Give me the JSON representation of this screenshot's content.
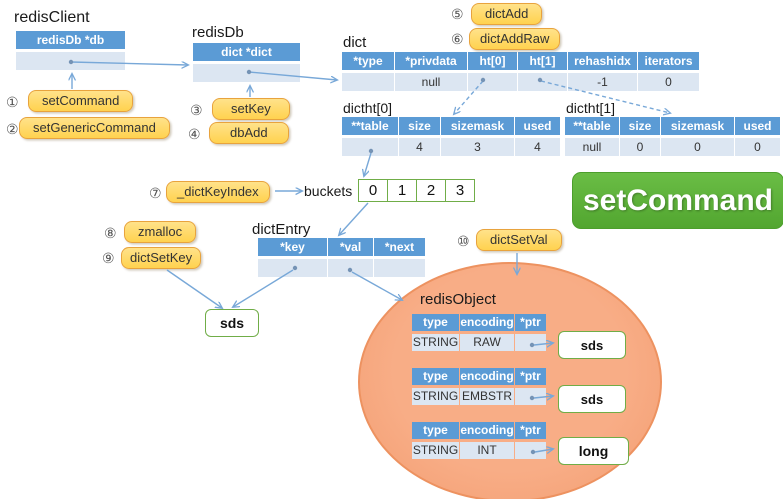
{
  "titles": {
    "redisClient": "redisClient",
    "redisDb": "redisDb",
    "dict": "dict",
    "dictht0": "dictht[0]",
    "dictht1": "dictht[1]",
    "dictEntry": "dictEntry",
    "redisObject": "redisObject"
  },
  "tables": {
    "redisClient": {
      "headers": [
        "redisDb *db"
      ],
      "row": [
        ""
      ]
    },
    "redisDb": {
      "headers": [
        "dict *dict"
      ],
      "row": [
        ""
      ]
    },
    "dict": {
      "headers": [
        "*type",
        "*privdata",
        "ht[0]",
        "ht[1]",
        "rehashidx",
        "iterators"
      ],
      "row": [
        "",
        "null",
        "",
        "",
        "-1",
        "0"
      ]
    },
    "dictht0": {
      "headers": [
        "**table",
        "size",
        "sizemask",
        "used"
      ],
      "row": [
        "",
        "4",
        "3",
        "4"
      ]
    },
    "dictht1": {
      "headers": [
        "**table",
        "size",
        "sizemask",
        "used"
      ],
      "row": [
        "null",
        "0",
        "0",
        "0"
      ]
    },
    "dictEntry": {
      "headers": [
        "*key",
        "*val",
        "*next"
      ],
      "row": [
        "",
        "",
        ""
      ]
    },
    "redisObject": [
      {
        "headers": [
          "type",
          "encoding",
          "*ptr"
        ],
        "row": [
          "STRING",
          "RAW",
          ""
        ],
        "target": "sds"
      },
      {
        "headers": [
          "type",
          "encoding",
          "*ptr"
        ],
        "row": [
          "STRING",
          "EMBSTR",
          ""
        ],
        "target": "sds"
      },
      {
        "headers": [
          "type",
          "encoding",
          "*ptr"
        ],
        "row": [
          "STRING",
          "INT",
          ""
        ],
        "target": "long"
      }
    ]
  },
  "steps": [
    {
      "num": "①",
      "label": "setCommand"
    },
    {
      "num": "②",
      "label": "setGenericCommand"
    },
    {
      "num": "③",
      "label": "setKey"
    },
    {
      "num": "④",
      "label": "dbAdd"
    },
    {
      "num": "⑤",
      "label": "dictAdd"
    },
    {
      "num": "⑥",
      "label": "dictAddRaw"
    },
    {
      "num": "⑦",
      "label": "_dictKeyIndex"
    },
    {
      "num": "⑧",
      "label": "zmalloc"
    },
    {
      "num": "⑨",
      "label": "dictSetKey"
    },
    {
      "num": "⑩",
      "label": "dictSetVal"
    }
  ],
  "buckets": {
    "label": "buckets",
    "cells": [
      "0",
      "1",
      "2",
      "3"
    ]
  },
  "banner": {
    "label": "setCommand"
  },
  "sds_box": "sds",
  "colors": {
    "table_header_blue": "#5B9BD5",
    "table_row_blue": "#DCE6F2",
    "button_yellow": "#FFD966",
    "button_border_orange": "#E8A33D",
    "banner_green": "#5CB13B",
    "box_border_green": "#70AD47",
    "ellipse_orange": "#F7A57E",
    "arrow_blue": "#78A8D8"
  }
}
